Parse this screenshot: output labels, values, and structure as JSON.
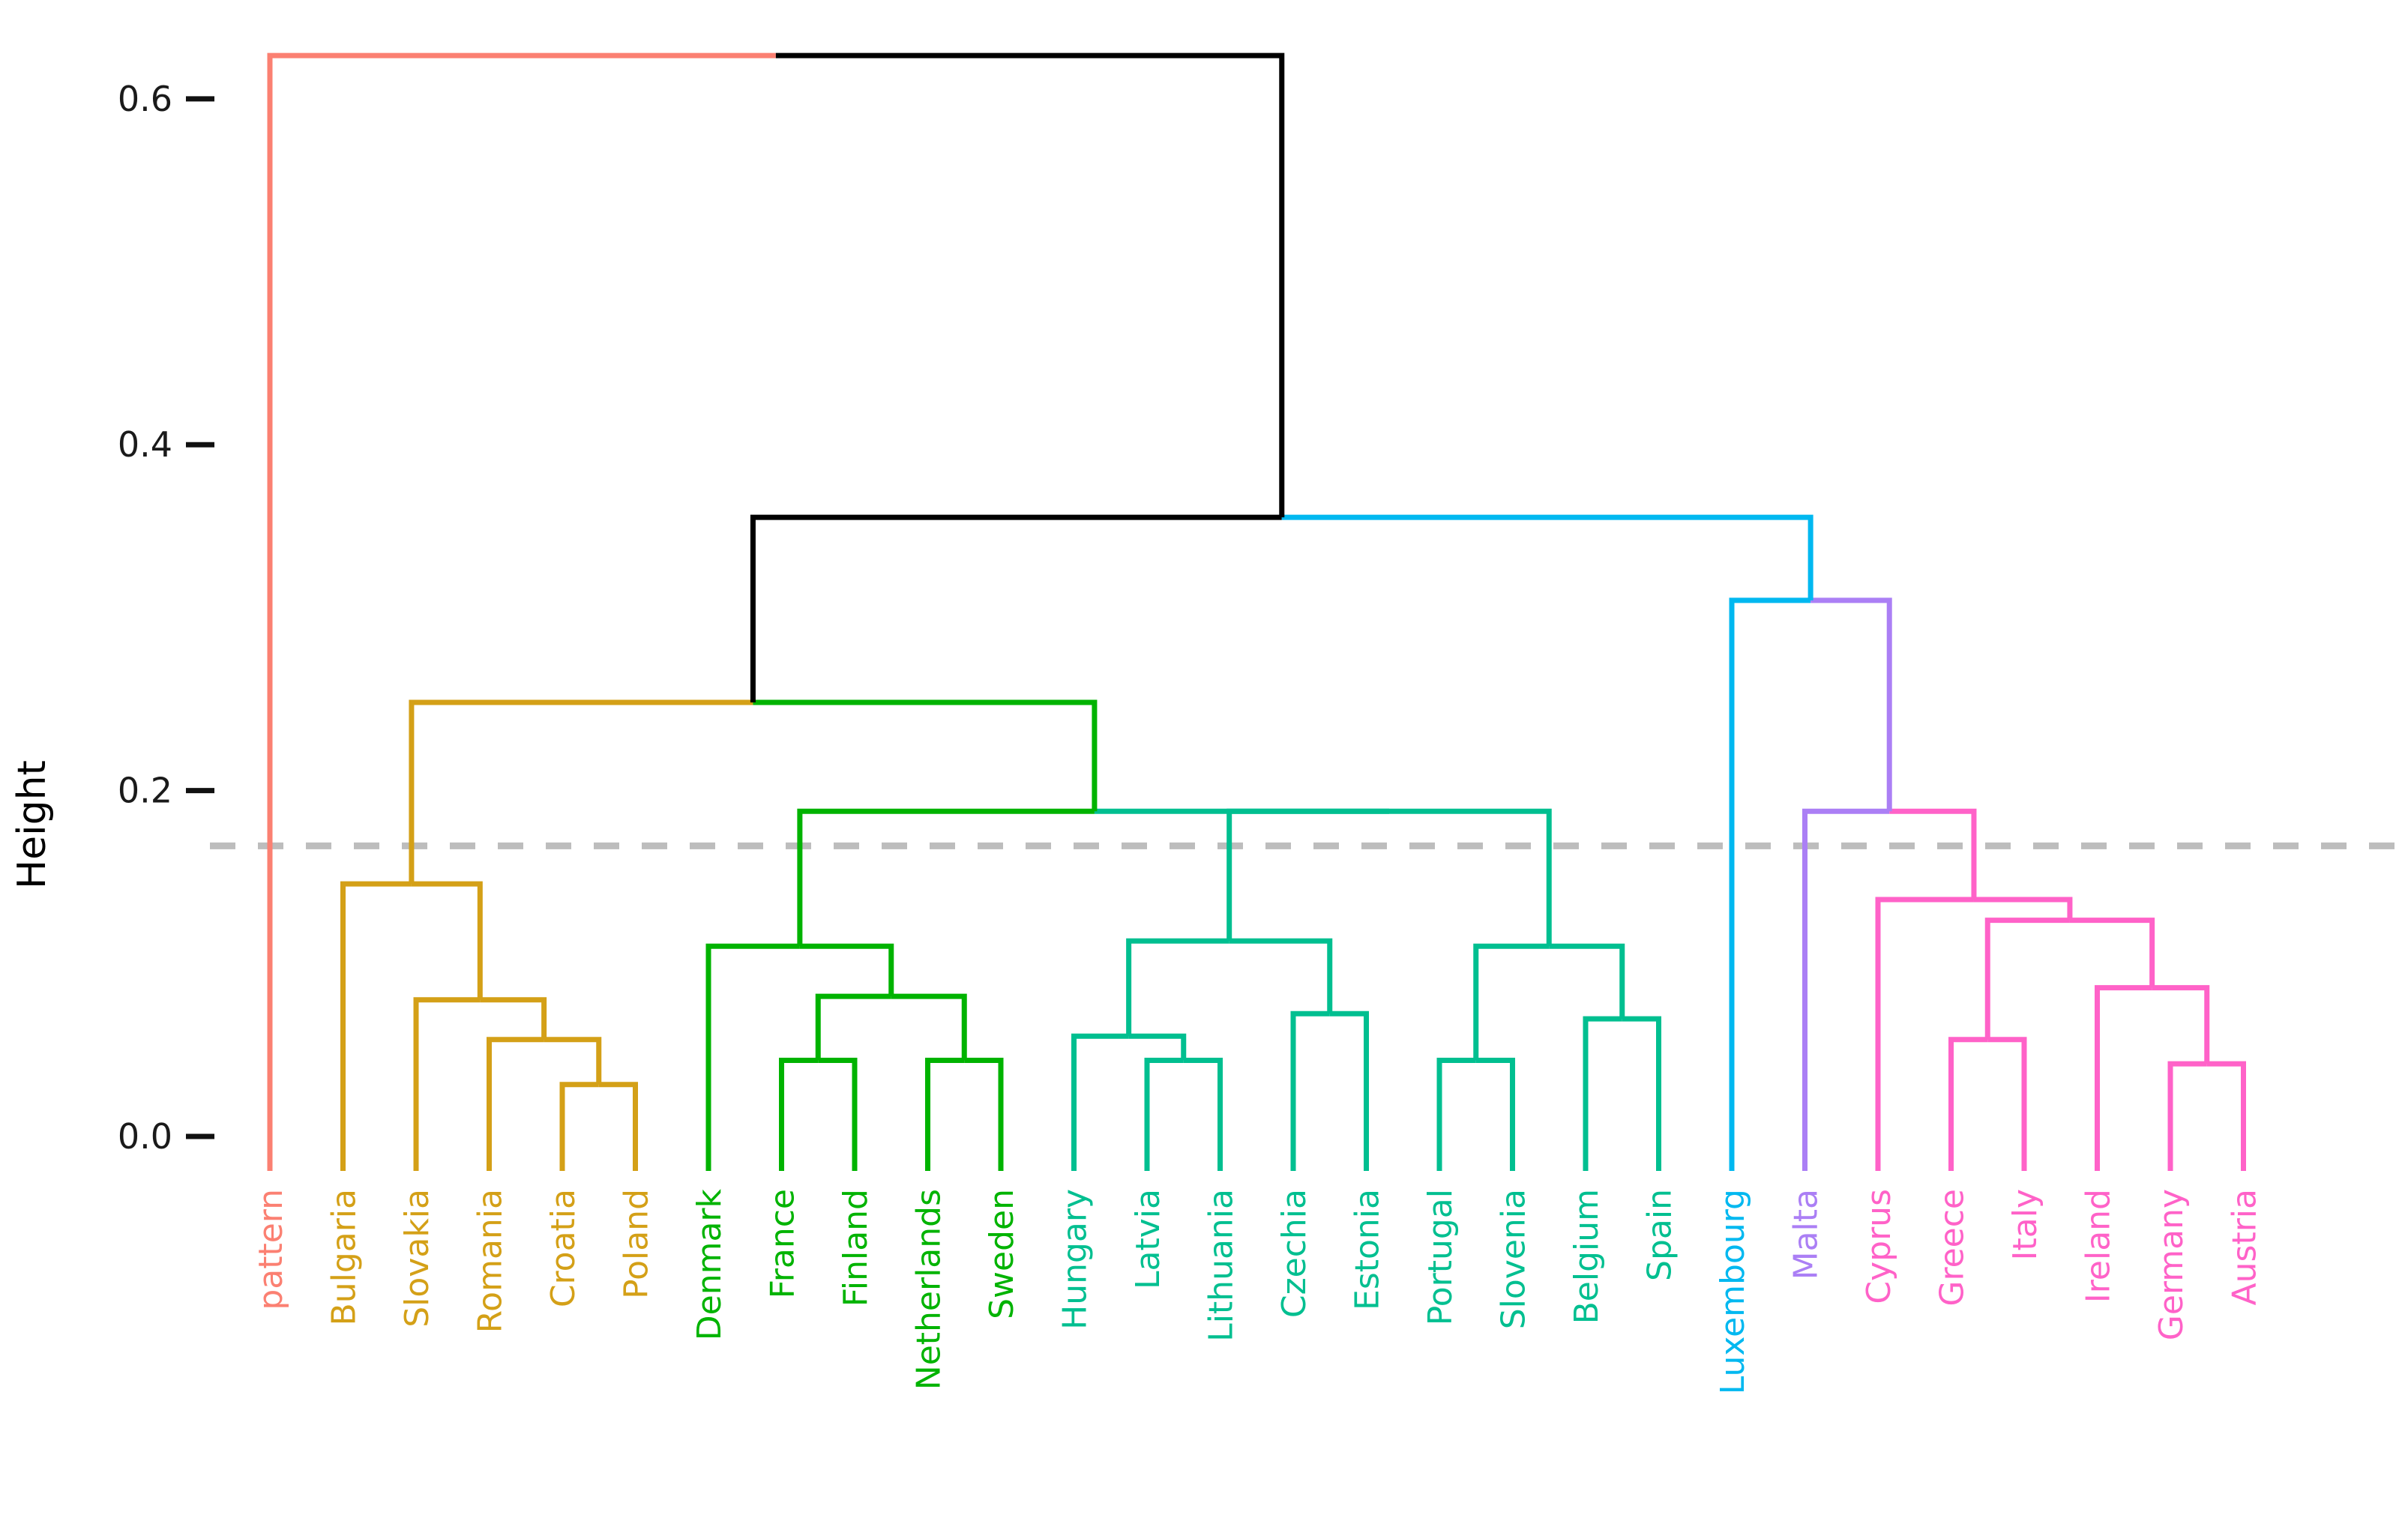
{
  "chart_data": {
    "type": "dendrogram",
    "title": "",
    "xlabel": "",
    "ylabel": "Height",
    "ylim": [
      0.0,
      0.645
    ],
    "y_ticks": [
      0.0,
      0.2,
      0.4,
      0.6
    ],
    "y_tick_labels": [
      "0.0",
      "0.2",
      "0.4",
      "0.6"
    ],
    "grid": false,
    "legend": "none",
    "cut_line": {
      "height": 0.168,
      "color": "#bdbdbd",
      "style": "dashed"
    },
    "cluster_colors": {
      "pattern": "#fb8072",
      "gold": "#d4a017",
      "green": "#00b300",
      "teal": "#00bf90",
      "cyan": "#00b8f0",
      "purple": "#ab7ff5",
      "pink": "#ff62c8",
      "root": "#000000"
    },
    "leaves": [
      {
        "label": "pattern",
        "color": "#fb8072"
      },
      {
        "label": "Bulgaria",
        "color": "#d4a017"
      },
      {
        "label": "Slovakia",
        "color": "#d4a017"
      },
      {
        "label": "Romania",
        "color": "#d4a017"
      },
      {
        "label": "Croatia",
        "color": "#d4a017"
      },
      {
        "label": "Poland",
        "color": "#d4a017"
      },
      {
        "label": "Denmark",
        "color": "#00b300"
      },
      {
        "label": "France",
        "color": "#00b300"
      },
      {
        "label": "Finland",
        "color": "#00b300"
      },
      {
        "label": "Netherlands",
        "color": "#00b300"
      },
      {
        "label": "Sweden",
        "color": "#00b300"
      },
      {
        "label": "Hungary",
        "color": "#00bf90"
      },
      {
        "label": "Latvia",
        "color": "#00bf90"
      },
      {
        "label": "Lithuania",
        "color": "#00bf90"
      },
      {
        "label": "Czechia",
        "color": "#00bf90"
      },
      {
        "label": "Estonia",
        "color": "#00bf90"
      },
      {
        "label": "Portugal",
        "color": "#00bf90"
      },
      {
        "label": "Slovenia",
        "color": "#00bf90"
      },
      {
        "label": "Belgium",
        "color": "#00bf90"
      },
      {
        "label": "Spain",
        "color": "#00bf90"
      },
      {
        "label": "Luxembourg",
        "color": "#00b8f0"
      },
      {
        "label": "Malta",
        "color": "#ab7ff5"
      },
      {
        "label": "Cyprus",
        "color": "#ff62c8"
      },
      {
        "label": "Greece",
        "color": "#ff62c8"
      },
      {
        "label": "Italy",
        "color": "#ff62c8"
      },
      {
        "label": "Ireland",
        "color": "#ff62c8"
      },
      {
        "label": "Germany",
        "color": "#ff62c8"
      },
      {
        "label": "Austria",
        "color": "#ff62c8"
      }
    ],
    "merges": [
      {
        "id": "m1",
        "left": "Croatia",
        "right": "Poland",
        "height": 0.03,
        "color": "#d4a017"
      },
      {
        "id": "m2",
        "left": "Romania",
        "right": "m1",
        "height": 0.056,
        "color": "#d4a017"
      },
      {
        "id": "m3",
        "left": "Slovakia",
        "right": "m2",
        "height": 0.079,
        "color": "#d4a017"
      },
      {
        "id": "m4",
        "left": "Bulgaria",
        "right": "m3",
        "height": 0.146,
        "color": "#d4a017"
      },
      {
        "id": "m5",
        "left": "France",
        "right": "Finland",
        "height": 0.044,
        "color": "#00b300"
      },
      {
        "id": "m6",
        "left": "Netherlands",
        "right": "Sweden",
        "height": 0.044,
        "color": "#00b300"
      },
      {
        "id": "m7",
        "left": "m5",
        "right": "m6",
        "height": 0.081,
        "color": "#00b300"
      },
      {
        "id": "m8",
        "left": "Denmark",
        "right": "m7",
        "height": 0.11,
        "color": "#00b300"
      },
      {
        "id": "m9",
        "left": "Latvia",
        "right": "Lithuania",
        "height": 0.044,
        "color": "#00bf90"
      },
      {
        "id": "m10",
        "left": "Hungary",
        "right": "m9",
        "height": 0.058,
        "color": "#00bf90"
      },
      {
        "id": "m11",
        "left": "Czechia",
        "right": "Estonia",
        "height": 0.071,
        "color": "#00bf90"
      },
      {
        "id": "m12",
        "left": "m10",
        "right": "m11",
        "height": 0.113,
        "color": "#00bf90"
      },
      {
        "id": "m13",
        "left": "Portugal",
        "right": "Slovenia",
        "height": 0.044,
        "color": "#00bf90"
      },
      {
        "id": "m14",
        "left": "Belgium",
        "right": "Spain",
        "height": 0.068,
        "color": "#00bf90"
      },
      {
        "id": "m15",
        "left": "m13",
        "right": "m14",
        "height": 0.11,
        "color": "#00bf90"
      },
      {
        "id": "m16",
        "left": "m12",
        "right": "m15",
        "height": 0.188,
        "color": "#00bf90"
      },
      {
        "id": "m17",
        "left": "m8",
        "right": "m16",
        "height": 0.188,
        "color": "#00b300"
      },
      {
        "id": "m18",
        "left": "m4",
        "right": "m17",
        "height": 0.251,
        "color": "#000000"
      },
      {
        "id": "m19",
        "left": "Germany",
        "right": "Austria",
        "height": 0.042,
        "color": "#ff62c8"
      },
      {
        "id": "m20",
        "left": "Ireland",
        "right": "m19",
        "height": 0.086,
        "color": "#ff62c8"
      },
      {
        "id": "m21",
        "left": "Greece",
        "right": "Italy",
        "height": 0.056,
        "color": "#ff62c8"
      },
      {
        "id": "m22",
        "left": "m21",
        "right": "m20",
        "height": 0.125,
        "color": "#ff62c8"
      },
      {
        "id": "m23",
        "left": "Cyprus",
        "right": "m22",
        "height": 0.137,
        "color": "#ff62c8"
      },
      {
        "id": "m24",
        "left": "Malta",
        "right": "m23",
        "height": 0.188,
        "color": "#ab7ff5"
      },
      {
        "id": "m25",
        "left": "Luxembourg",
        "right": "m24",
        "height": 0.31,
        "color": "#00b8f0"
      },
      {
        "id": "m26",
        "left": "m18",
        "right": "m25",
        "height": 0.358,
        "color": "#000000"
      },
      {
        "id": "m27",
        "left": "pattern",
        "right": "m26",
        "height": 0.625,
        "color": "#fb8072"
      }
    ]
  },
  "axis": {
    "y_title": "Height",
    "ticks": [
      {
        "value": 0.6,
        "label": "0.6"
      },
      {
        "value": 0.4,
        "label": "0.4"
      },
      {
        "value": 0.2,
        "label": "0.2"
      },
      {
        "value": 0.0,
        "label": "0.0"
      }
    ]
  }
}
